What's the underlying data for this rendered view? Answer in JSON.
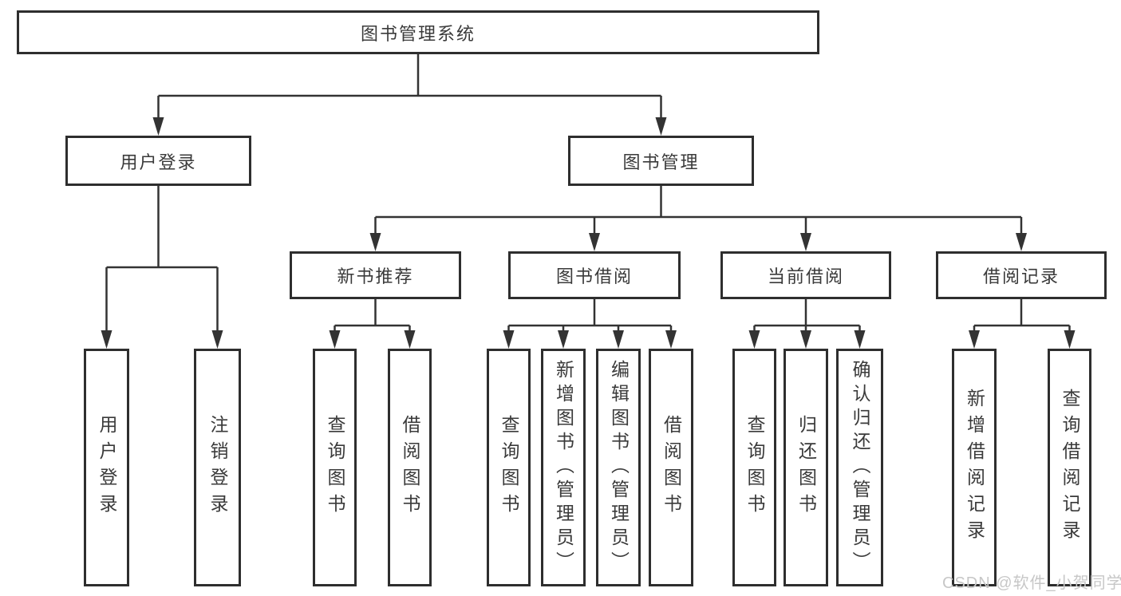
{
  "watermark": "CSDN @软件_小贺同学",
  "root": {
    "label": "图书管理系统"
  },
  "level2": [
    {
      "label": "用户登录",
      "children": [
        "用户登录",
        "注销登录"
      ]
    },
    {
      "label": "图书管理"
    }
  ],
  "level3": [
    {
      "label": "新书推荐",
      "children": [
        "查询图书",
        "借阅图书"
      ]
    },
    {
      "label": "图书借阅",
      "children": [
        "查询图书",
        "新增图书（管理员）",
        "编辑图书（管理员）",
        "借阅图书"
      ]
    },
    {
      "label": "当前借阅",
      "children": [
        "查询图书",
        "归还图书",
        "确认归还（管理员）"
      ]
    },
    {
      "label": "借阅记录",
      "children": [
        "新增借阅记录",
        "查询借阅记录"
      ]
    }
  ]
}
